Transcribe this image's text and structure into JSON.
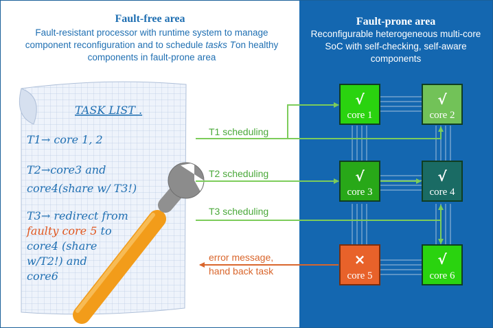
{
  "fault_free": {
    "title": "Fault-free area",
    "desc_part1": "Fault-resistant processor with runtime system to manage component reconfiguration and to schedule ",
    "desc_tasks": "tasks T",
    "desc_part2": "on healthy components in fault-prone area"
  },
  "fault_prone": {
    "title": "Fault-prone area",
    "desc": "Reconfigurable  heterogeneous multi-core SoC with self-checking, self-aware components"
  },
  "task_list": {
    "heading": "TASK LIST .",
    "t1": "T1→ core 1, 2",
    "t2_line1": "T2→core3 and",
    "t2_line2": "core4(share w/ T3!)",
    "t3_line1": "T3→ redirect from",
    "t3_faulty": "faulty core 5",
    "t3_to": " to",
    "t3_line3": "core4 (share",
    "t3_line4": "w/T2!) and",
    "t3_line5": "core6"
  },
  "labels": {
    "t1_sched": "T1 scheduling",
    "t2_sched": "T2 scheduling",
    "t3_sched": "T3 scheduling",
    "error_line1": "error message,",
    "error_line2": "hand back task"
  },
  "cores": [
    {
      "id": "core1",
      "label": "core 1",
      "status": "√",
      "fill": "#2ad30f"
    },
    {
      "id": "core2",
      "label": "core 2",
      "status": "√",
      "fill": "#72c258"
    },
    {
      "id": "core3",
      "label": "core 3",
      "status": "√",
      "fill": "#28a818"
    },
    {
      "id": "core4",
      "label": "core 4",
      "status": "√",
      "fill": "#1a6b64"
    },
    {
      "id": "core5",
      "label": "core 5",
      "status": "×",
      "fill": "#e8622a"
    },
    {
      "id": "core6",
      "label": "core 6",
      "status": "√",
      "fill": "#2ad30f"
    }
  ],
  "colors": {
    "fault_prone_bg": "#1467b0",
    "schedule_line": "#7ccc5a",
    "error_line": "#d9652b",
    "text_blue": "#1f6fb2",
    "wrench_handle": "#f29c1a",
    "wrench_head": "#8c8c8c"
  }
}
